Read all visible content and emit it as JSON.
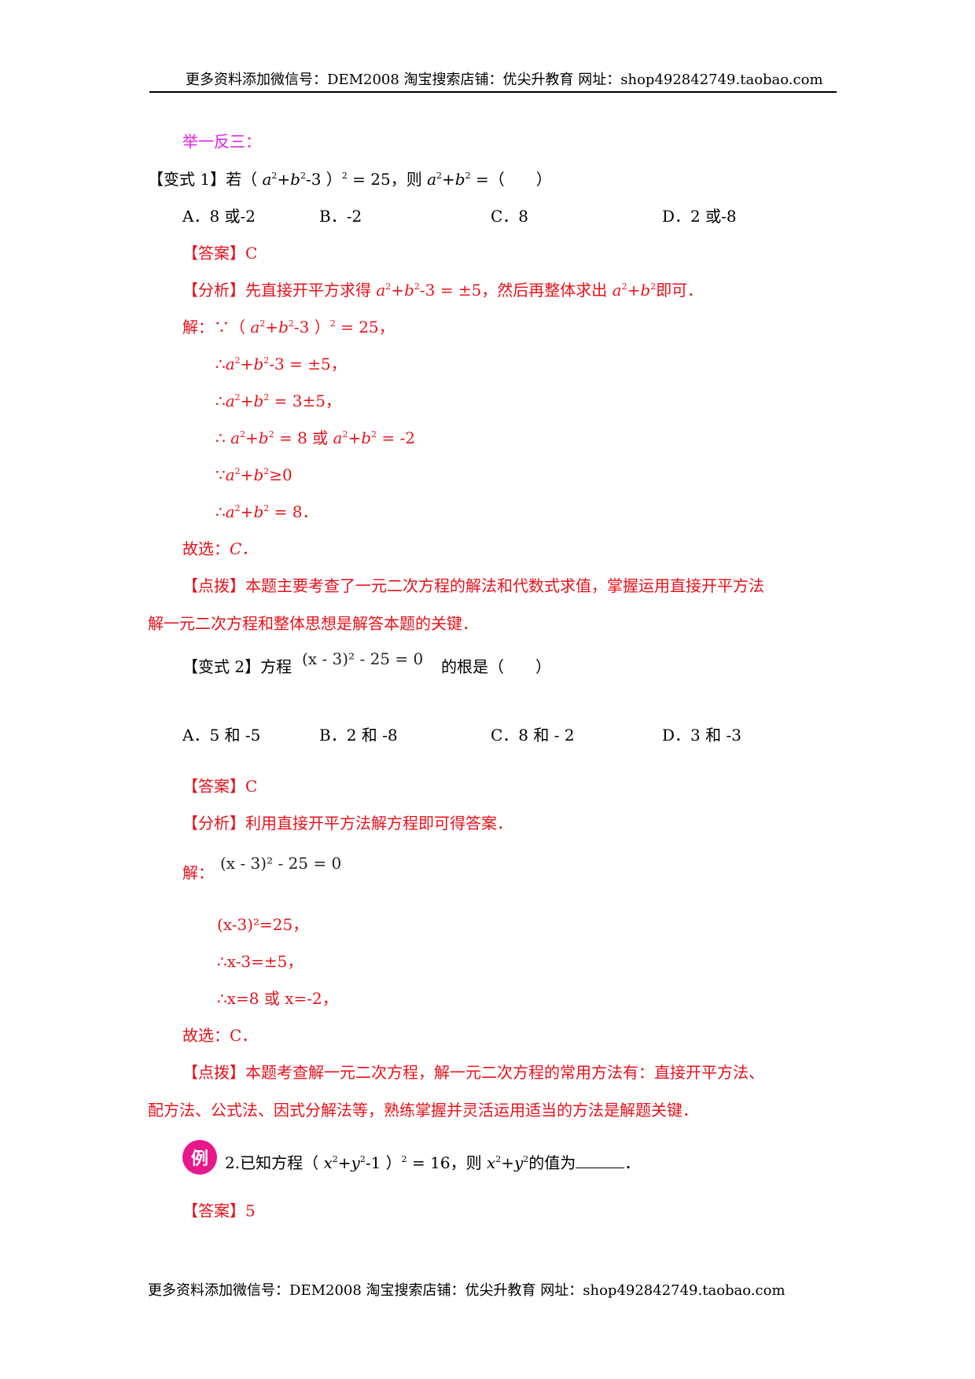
{
  "header": {
    "text": "更多资料添加微信号：DEM2008  淘宝搜索店铺：优尖升教育 网址：shop492842749.taobao.com"
  },
  "footer": {
    "text": "更多资料添加微信号：DEM2008  淘宝搜索店铺：优尖升教育 网址：shop492842749.taobao.com"
  },
  "section_title": "举一反三：",
  "v1": {
    "label": "【变式 1】",
    "stem_prefix": "若（",
    "options": [
      "A．8 或-2",
      "B．-2",
      "C．8",
      "D．2 或-8"
    ],
    "answer_label": "【答案】",
    "answer": "C",
    "analysis_label": "【分析】",
    "analysis_a": "先直接开平方求得 ",
    "analysis_b": "，然后再整体求出 ",
    "analysis_c": "即可．",
    "solve_label": "解：",
    "choose": "故选：",
    "choose_val": "C．",
    "tip_label": "【点拨】",
    "tip_line1": "本题主要考查了一元二次方程的解法和代数式求值，掌握运用直接开平方法",
    "tip_line2": "解一元二次方程和整体思想是解答本题的关键．"
  },
  "v2": {
    "label": "【变式 2】",
    "stem_prefix": "方程",
    "stem_suffix": "的根是（　　）",
    "equation": "(x - 3)² - 25 = 0",
    "options": [
      "A．5 和 -5",
      "B．2 和 -8",
      "C．8 和 - 2",
      "D．3 和 -3"
    ],
    "answer_label": "【答案】",
    "answer": "C",
    "analysis_label": "【分析】",
    "analysis": "利用直接开平方法解方程即可得答案．",
    "solve_label": "解：",
    "step1": "(x-3)²=25，",
    "step2": "∴x-3=±5，",
    "step3": "∴x=8 或 x=-2，",
    "choose": "故选：C．",
    "tip_label": "【点拨】",
    "tip_line1": "本题考查解一元二次方程，解一元二次方程的常用方法有：直接开平方法、",
    "tip_line2": "配方法、公式法、因式分解法等，熟练掌握并灵活运用适当的方法是解题关键．"
  },
  "example": {
    "badge": "例",
    "stem_prefix": "2.已知方程（",
    "stem_mid": "，则 ",
    "stem_suffix": "的值为",
    "answer_label": "【答案】",
    "answer": "5"
  }
}
